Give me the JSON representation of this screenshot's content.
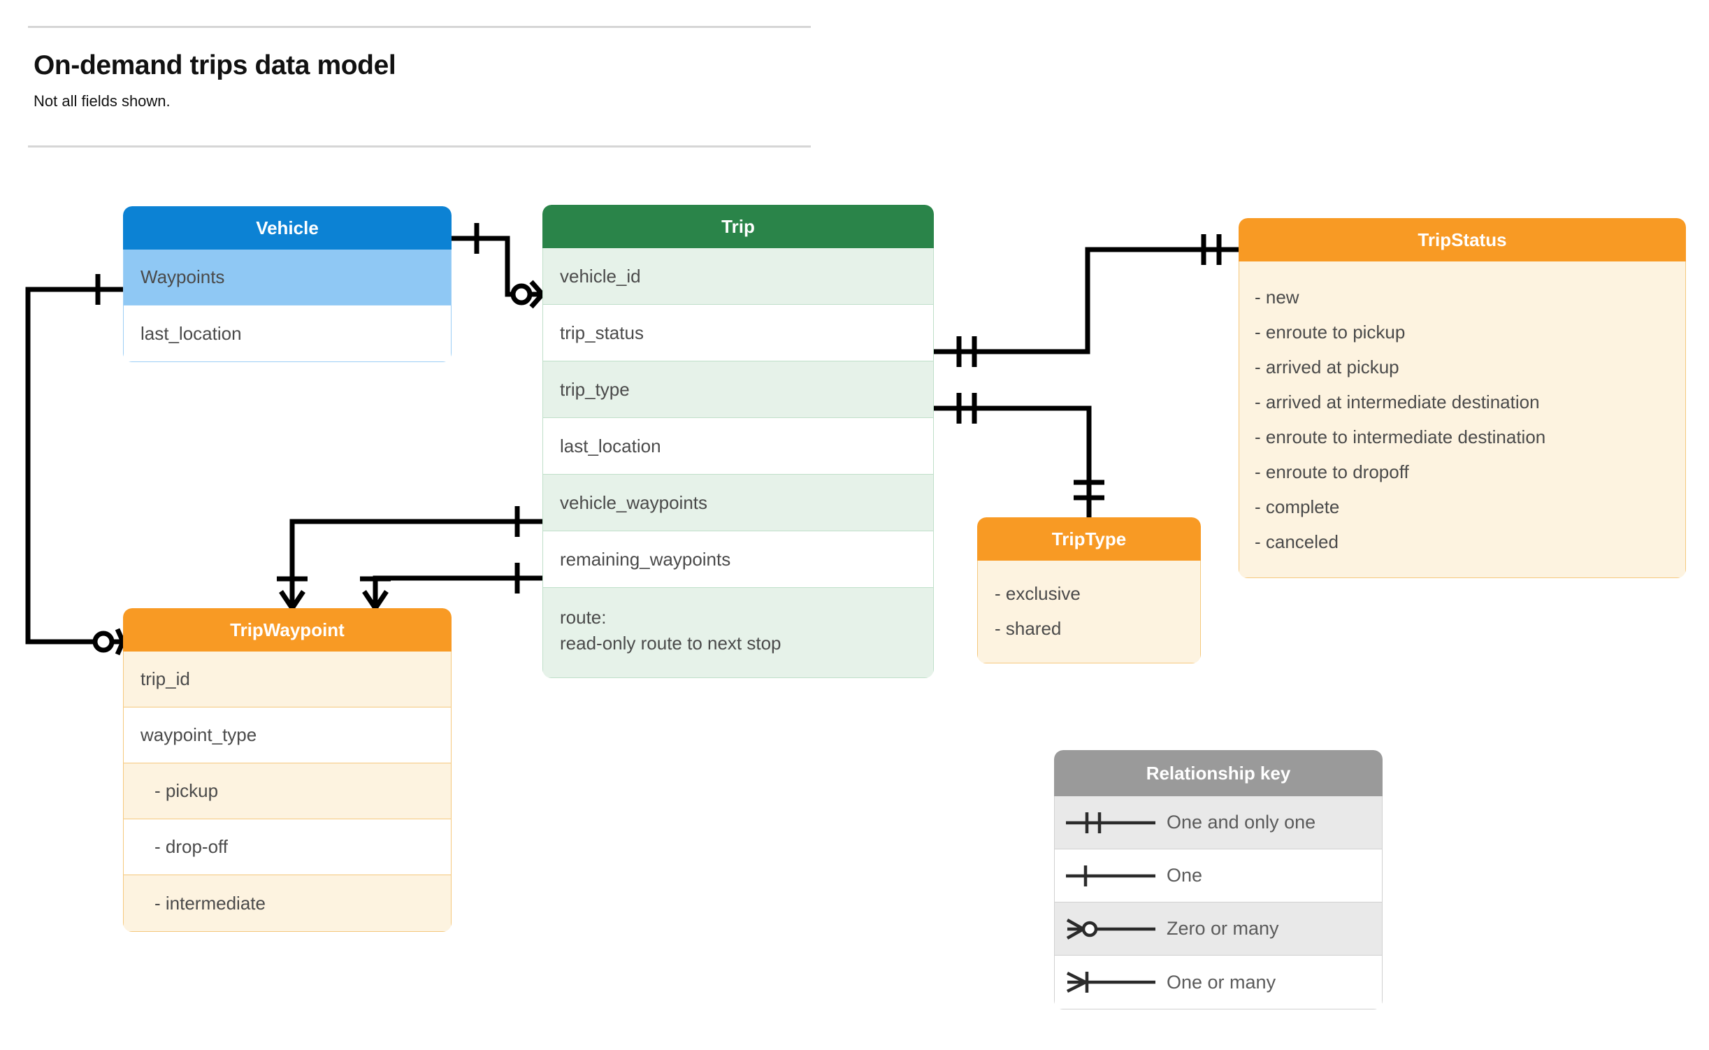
{
  "header": {
    "title": "On-demand trips data model",
    "subtitle": "Not all fields shown."
  },
  "entities": {
    "vehicle": {
      "name": "Vehicle",
      "header_color": "#0c82d4",
      "rows": [
        {
          "label": "Waypoints"
        },
        {
          "label": "last_location"
        }
      ]
    },
    "trip": {
      "name": "Trip",
      "header_color": "#2a8449",
      "rows": [
        {
          "label": "vehicle_id"
        },
        {
          "label": "trip_status"
        },
        {
          "label": "trip_type"
        },
        {
          "label": "last_location"
        },
        {
          "label": "vehicle_waypoints"
        },
        {
          "label": "remaining_waypoints"
        },
        {
          "label": "route:",
          "sub": "read-only route to next stop"
        }
      ]
    },
    "trip_status": {
      "name": "TripStatus",
      "header_color": "#f89a24",
      "values": [
        "- new",
        "- enroute to pickup",
        "- arrived at pickup",
        "- arrived at intermediate destination",
        "- enroute to intermediate destination",
        "- enroute to dropoff",
        "- complete",
        "- canceled"
      ]
    },
    "trip_type": {
      "name": "TripType",
      "header_color": "#f89a24",
      "values": [
        "- exclusive",
        "- shared"
      ]
    },
    "trip_waypoint": {
      "name": "TripWaypoint",
      "header_color": "#f89a24",
      "rows": [
        {
          "label": "trip_id"
        },
        {
          "label": "waypoint_type"
        },
        {
          "label": "-  pickup"
        },
        {
          "label": "-  drop-off"
        },
        {
          "label": "-  intermediate"
        }
      ]
    }
  },
  "legend": {
    "title": "Relationship key",
    "title_color": "#9a9a9a",
    "items": [
      {
        "symbol": "one-and-only-one",
        "label": "One and only one"
      },
      {
        "symbol": "one",
        "label": "One"
      },
      {
        "symbol": "zero-or-many",
        "label": "Zero or many"
      },
      {
        "symbol": "one-or-many",
        "label": "One or many"
      }
    ]
  },
  "relationships": [
    {
      "from": "Vehicle.Waypoints",
      "from_card": "one",
      "to": "TripWaypoint",
      "to_card": "zero-or-many"
    },
    {
      "from": "Vehicle",
      "from_card": "one",
      "to": "Trip.vehicle_id",
      "to_card": "zero-or-many"
    },
    {
      "from": "Trip.trip_status",
      "from_card": "one-and-only-one",
      "to": "TripStatus",
      "to_card": "one-and-only-one"
    },
    {
      "from": "Trip.trip_type",
      "from_card": "one-and-only-one",
      "to": "TripType",
      "to_card": "one-and-only-one"
    },
    {
      "from": "Trip.vehicle_waypoints",
      "from_card": "one",
      "to": "TripWaypoint",
      "to_card": "one-or-many"
    },
    {
      "from": "Trip.remaining_waypoints",
      "from_card": "one",
      "to": "TripWaypoint",
      "to_card": "one-or-many"
    }
  ]
}
